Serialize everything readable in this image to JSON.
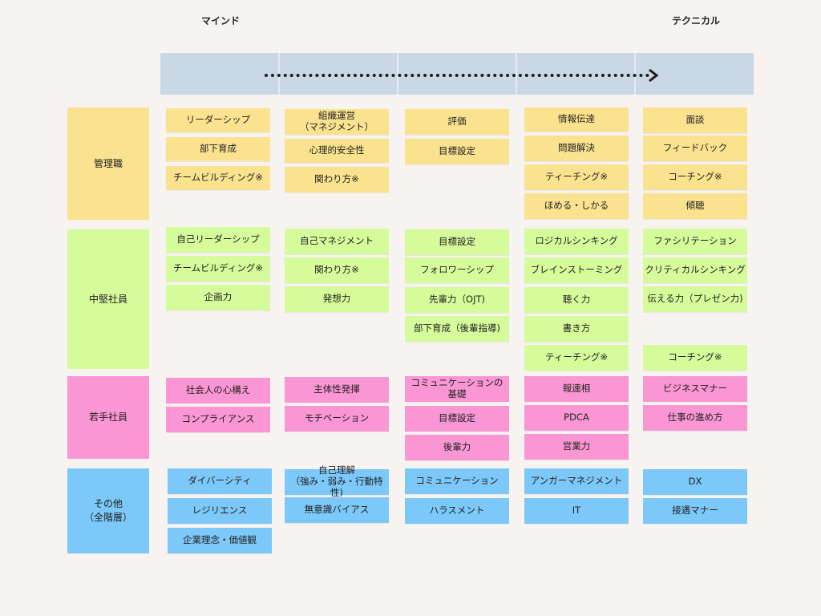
{
  "header": {
    "left_label": "マインド",
    "right_label": "テクニカル"
  },
  "tiers": {
    "management": "管理職",
    "mid": "中堅社員",
    "junior": "若手社員",
    "other": "その他\n（全階層）"
  },
  "management": {
    "c1": [
      "リーダーシップ",
      "部下育成",
      "チームビルディング※"
    ],
    "c2": [
      "組織運営\n（マネジメント）",
      "心理的安全性",
      "関わり方※"
    ],
    "c3": [
      "評価",
      "目標設定"
    ],
    "c4": [
      "情報伝達",
      "問題解決",
      "ティーチング※",
      "ほめる・しかる"
    ],
    "c5": [
      "面談",
      "フィードバック",
      "コーチング※",
      "傾聴"
    ]
  },
  "mid": {
    "c1": [
      "自己リーダーシップ",
      "チームビルディング※",
      "企画力"
    ],
    "c2": [
      "自己マネジメント",
      "関わり方※",
      "発想力"
    ],
    "c3": [
      "目標設定",
      "フォロワーシップ",
      "先輩力（OJT)",
      "部下育成（後輩指導)"
    ],
    "c4": [
      "ロジカルシンキング",
      "ブレインストーミング",
      "聴く力",
      "書き方",
      "ティーチング※"
    ],
    "c5": [
      "ファシリテーション",
      "クリティカルシンキング",
      "伝える力（プレゼン力)",
      "コーチング※"
    ]
  },
  "junior": {
    "c1": [
      "社会人の心構え",
      "コンプライアンス"
    ],
    "c2": [
      "主体性発揮",
      "モチベーション"
    ],
    "c3": [
      "コミュニケーションの\n基礎",
      "目標設定",
      "後輩力"
    ],
    "c4": [
      "報連相",
      "PDCA",
      "営業力"
    ],
    "c5": [
      "ビジネスマナー",
      "仕事の進め方"
    ]
  },
  "other": {
    "c1": [
      "ダイバーシティ",
      "レジリエンス",
      "企業理念・価値観"
    ],
    "c2": [
      "自己理解\n（強み・弱み・行動特性)",
      "無意識バイアス"
    ],
    "c3": [
      "コミュニケーション",
      "ハラスメント"
    ],
    "c4": [
      "アンガーマネジメント",
      "IT"
    ],
    "c5": [
      "DX",
      "接遇マナー"
    ]
  },
  "colors": {
    "management": "#fbe28f",
    "mid": "#d6fb9a",
    "junior": "#f996d3",
    "other": "#7cc8f8",
    "header": "#c9d8e4"
  }
}
